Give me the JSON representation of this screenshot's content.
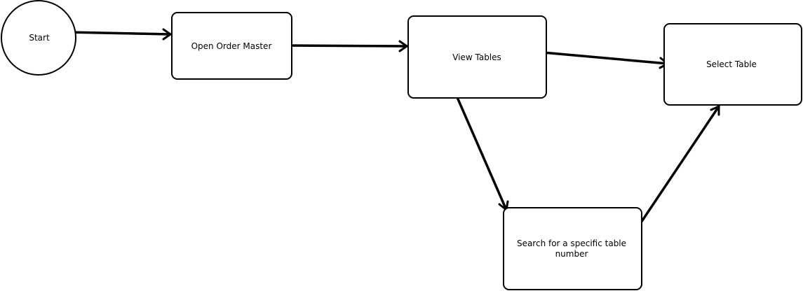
{
  "diagram": {
    "nodes": {
      "start": {
        "label": "Start"
      },
      "open_order_master": {
        "label": "Open Order Master"
      },
      "view_tables": {
        "label": "View Tables"
      },
      "select_table": {
        "label": "Select Table"
      },
      "search_table": {
        "label_line1": "Search for a specific table",
        "label_line2": "number"
      }
    },
    "colors": {
      "stroke": "#000000",
      "fill": "#ffffff"
    }
  }
}
